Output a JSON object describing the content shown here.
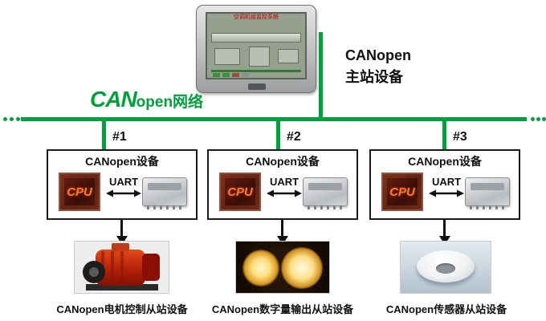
{
  "master": {
    "label_line1": "CANopen",
    "label_line2": "主站设备",
    "screen_title": "空调机组监控系统"
  },
  "network": {
    "logo_can": "CAN",
    "logo_rest": "open网络",
    "bus_color": "#00A03C"
  },
  "nodes": [
    {
      "id": "#1",
      "box_title": "CANopen设备",
      "cpu_label": "CPU",
      "uart_label": "UART",
      "caption": "CANopen电机控制从站设备",
      "device": "motor"
    },
    {
      "id": "#2",
      "box_title": "CANopen设备",
      "cpu_label": "CPU",
      "uart_label": "UART",
      "caption": "CANopen数字量输出从站设备",
      "device": "digital-output-lights"
    },
    {
      "id": "#3",
      "box_title": "CANopen设备",
      "cpu_label": "CPU",
      "uart_label": "UART",
      "caption": "CANopen传感器从站设备",
      "device": "sensor"
    }
  ]
}
